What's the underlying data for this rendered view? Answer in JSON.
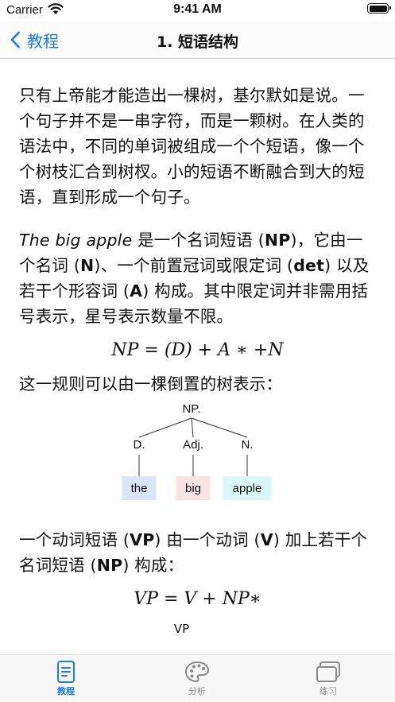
{
  "status_bar": {
    "carrier": "Carrier",
    "time": "9:41 AM"
  },
  "nav": {
    "back_label": "教程",
    "title": "1. 短语结构"
  },
  "content": {
    "paragraph1": "只有上帝能才能造出一棵树，基尔默如是说。一个句子并不是一串字符，而是一颗树。在人类的语法中，不同的单词被组成一个个短语，像一个个树枝汇合到树杈。小的短语不断融合到大的短语，直到形成一个句子。",
    "paragraph2": {
      "italic_phrase": "The big apple",
      "t1": " 是一个名词短语 (",
      "np": "NP",
      "t2": ")，它由一个名词 (",
      "n": "N",
      "t3": ")、一个前置冠词或限定词 (",
      "det": "det",
      "t4": ") 以及若干个形容词 (",
      "a": "A",
      "t5": ") 构成。其中限定词并非需用括号表示，星号表示数量不限。"
    },
    "formula1": "NP = (D) + A ∗ +N",
    "paragraph3": "这一规则可以由一棵倒置的树表示：",
    "tree": {
      "root": "NP.",
      "nodes": [
        {
          "label": "D.",
          "word": "the",
          "color": "#d9e5fb"
        },
        {
          "label": "Adj.",
          "word": "big",
          "color": "#fbe3e3"
        },
        {
          "label": "N.",
          "word": "apple",
          "color": "#daf7fb"
        }
      ]
    },
    "paragraph4": {
      "t1": "一个动词短语 (",
      "vp": "VP",
      "t2": ") 由一个动词 (",
      "v": "V",
      "t3": ") 加上若干个名词短语 (",
      "np": "NP",
      "t4": ") 构成："
    },
    "formula2": "VP = V + NP∗",
    "tree2_root_partial": "VP"
  },
  "tab_bar": {
    "tabs": [
      {
        "label": "教程",
        "icon": "document-icon",
        "active": true
      },
      {
        "label": "分析",
        "icon": "palette-icon",
        "active": false
      },
      {
        "label": "练习",
        "icon": "cards-icon",
        "active": false
      }
    ]
  },
  "colors": {
    "accent": "#1a7cf5",
    "inactive": "#8a8a8a"
  }
}
